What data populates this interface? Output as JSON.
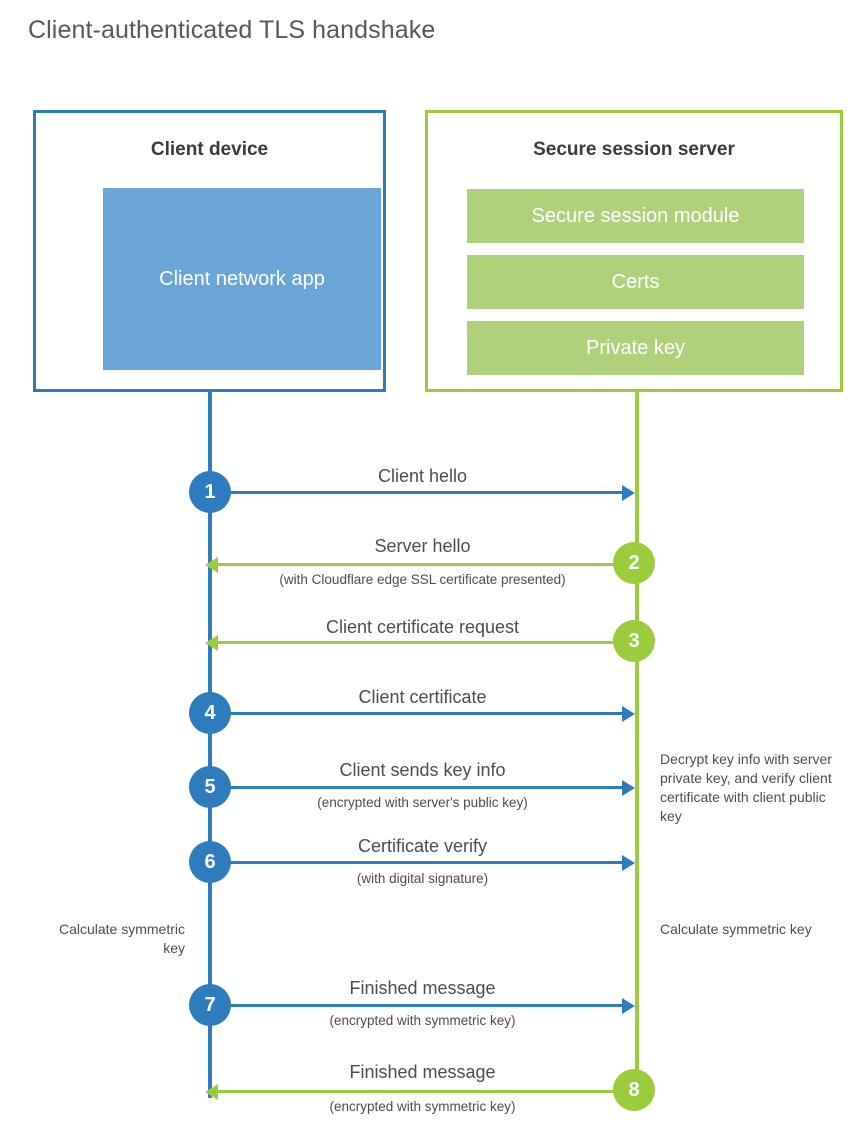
{
  "title": "Client-authenticated TLS handshake",
  "colors": {
    "blue_stroke": "#2e7cbe",
    "blue_fill": "#6ba5d7",
    "green_stroke": "#9ccb3e",
    "green_fill": "#b0d17b",
    "text": "#4c4d4f",
    "title_text": "#57585a"
  },
  "client": {
    "title": "Client device",
    "app_label": "Client network app"
  },
  "server": {
    "title": "Secure session server",
    "bars": [
      {
        "label": "Secure session module"
      },
      {
        "label": "Certs"
      },
      {
        "label": "Private key"
      }
    ]
  },
  "notes": {
    "client_calculate": "Calculate symmetric key",
    "server_calculate": "Calculate symmetric key",
    "server_decrypt": "Decrypt key info with server private key, and verify client certificate with client public key"
  },
  "steps": [
    {
      "number": "1",
      "label": "Client hello",
      "sublabel": "",
      "direction": "client-to-server",
      "color": "blue"
    },
    {
      "number": "2",
      "label": "Server hello",
      "sublabel": "(with Cloudflare edge SSL certificate presented)",
      "direction": "server-to-client",
      "color": "green"
    },
    {
      "number": "3",
      "label": "Client certificate request",
      "sublabel": "",
      "direction": "server-to-client",
      "color": "green"
    },
    {
      "number": "4",
      "label": "Client certificate",
      "sublabel": "",
      "direction": "client-to-server",
      "color": "blue"
    },
    {
      "number": "5",
      "label": "Client sends key info",
      "sublabel": "(encrypted with server's public key)",
      "direction": "client-to-server",
      "color": "blue"
    },
    {
      "number": "6",
      "label": "Certificate verify",
      "sublabel": "(with digital signature)",
      "direction": "client-to-server",
      "color": "blue"
    },
    {
      "number": "7",
      "label": "Finished message",
      "sublabel": "(encrypted with symmetric key)",
      "direction": "client-to-server",
      "color": "blue"
    },
    {
      "number": "8",
      "label": "Finished message",
      "sublabel": "(encrypted with symmetric key)",
      "direction": "server-to-client",
      "color": "green"
    }
  ]
}
